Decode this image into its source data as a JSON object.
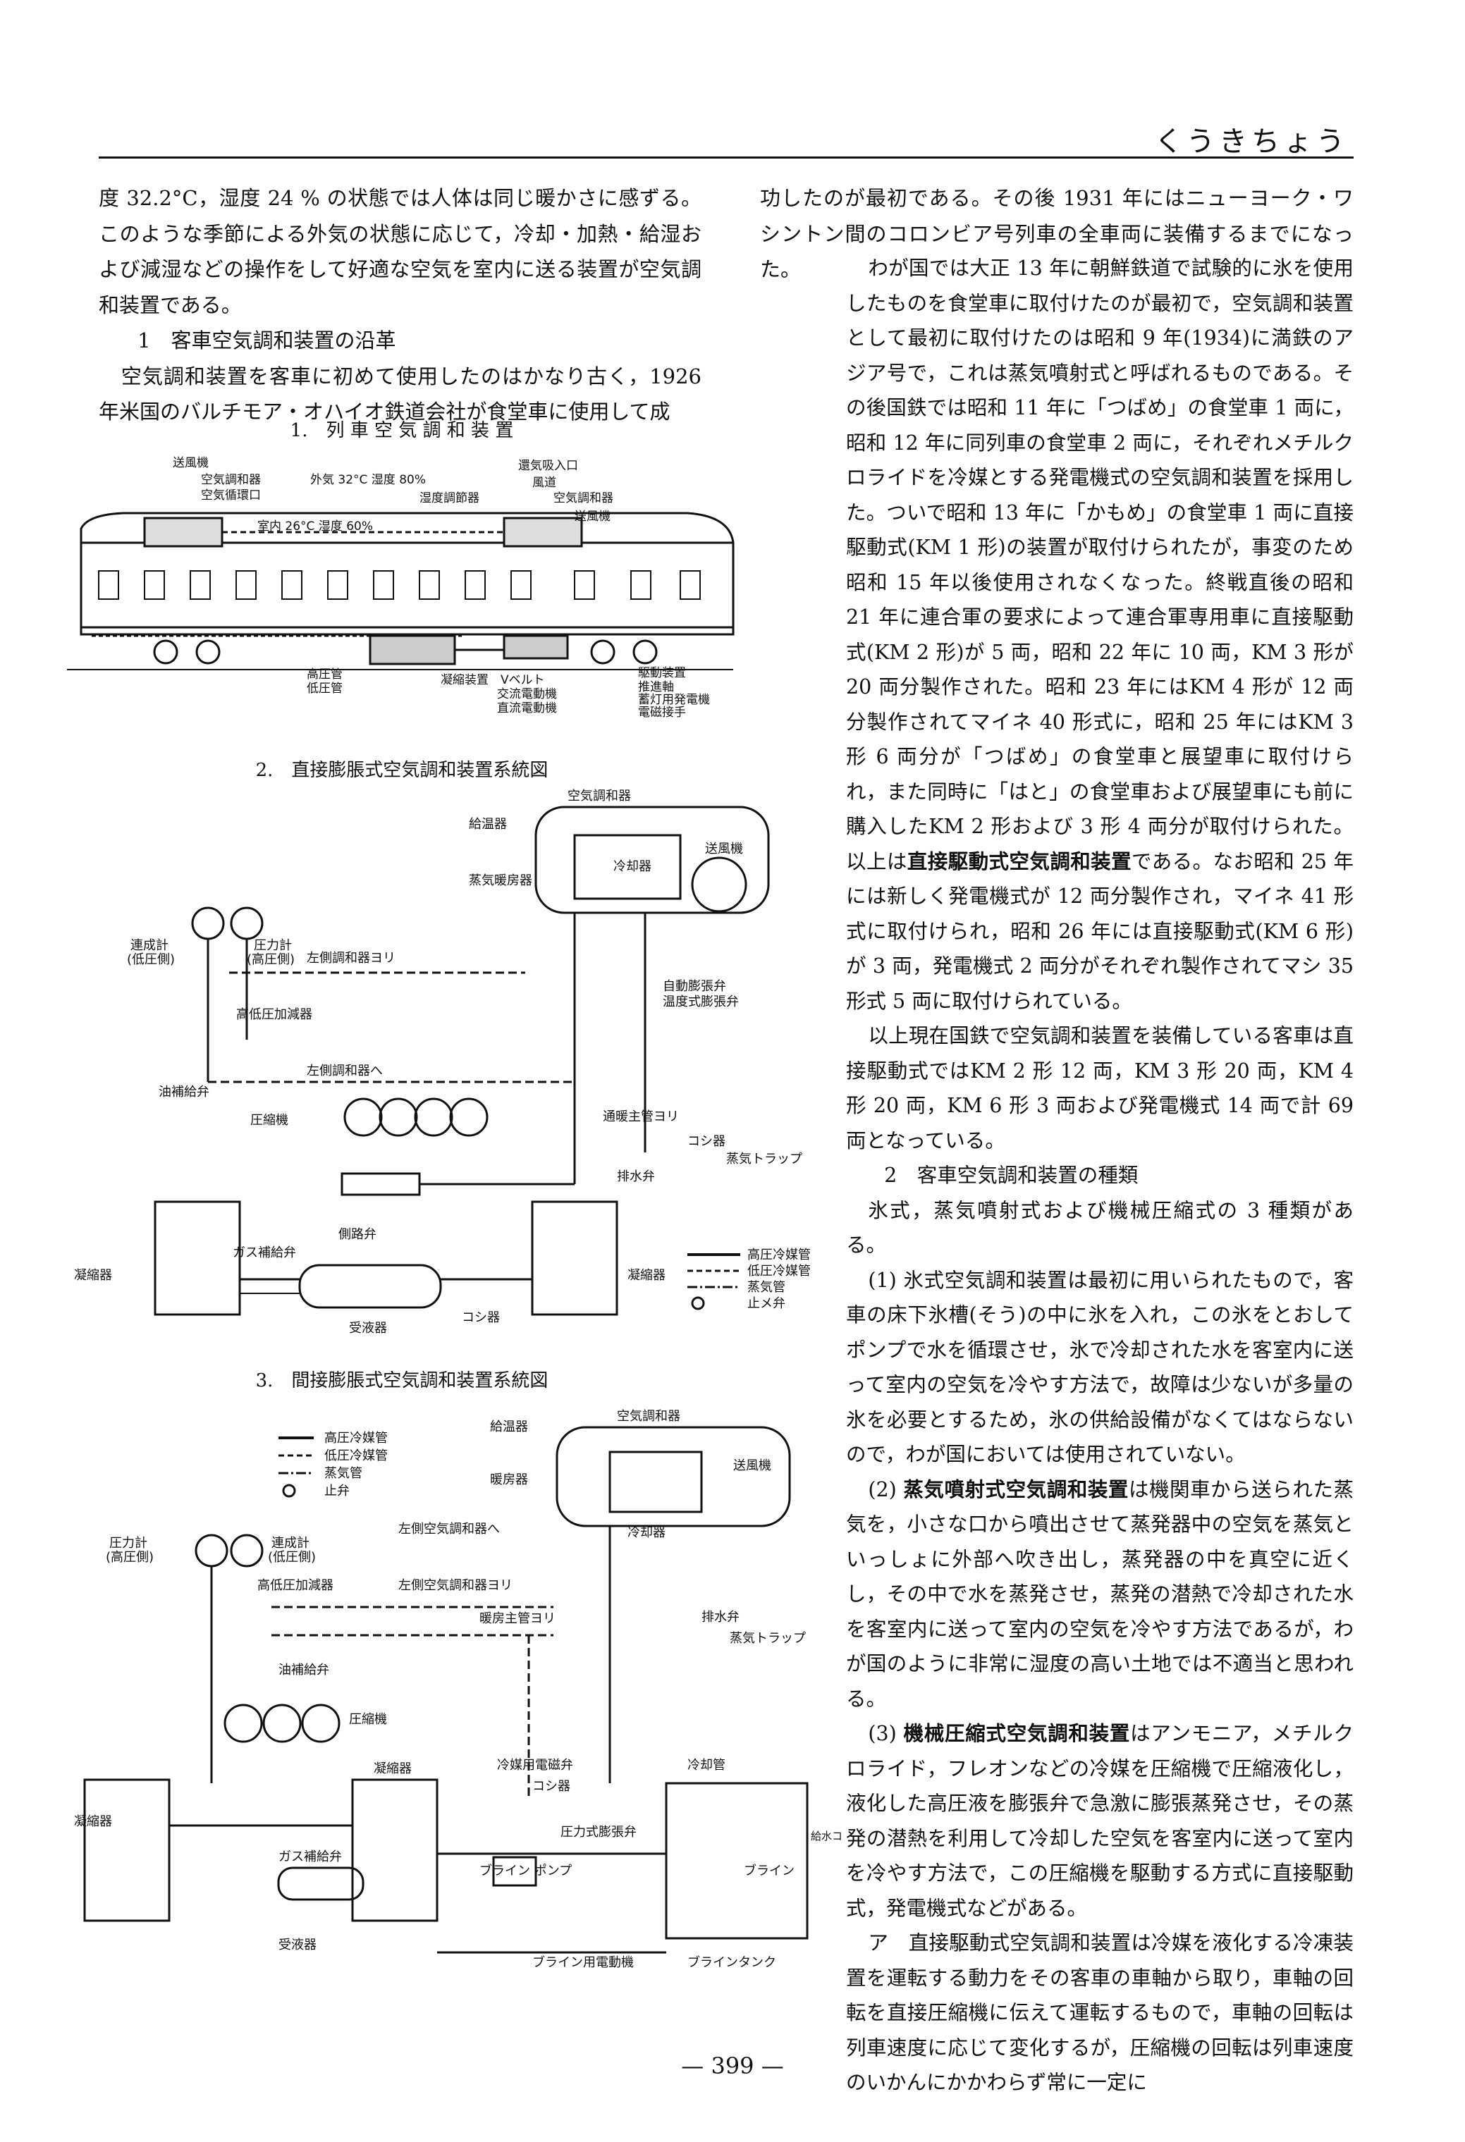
{
  "running_head": "くうきちょう",
  "left_text": {
    "p1": "度 32.2°C，湿度 24 % の状態では人体は同じ暖かさに感ずる。このような季節による外気の状態に応じて，冷却・加熱・給湿および減湿などの操作をして好適な空気を室内に送る装置が空気調和装置である。",
    "h1": "1　客車空気調和装置の沿革",
    "p2": "空気調和装置を客車に初めて使用したのはかなり古く，1926年米国のバルチモア・オハイオ鉄道会社が食堂車に使用して成"
  },
  "right_text": {
    "p1": "功したのが最初である。その後 1931 年にはニューヨーク・ワシントン間のコロンビア号列車の全車両に装備するまでになった。",
    "p2": "わが国では大正 13 年に朝鮮鉄道で試験的に氷を使用したものを食堂車に取付けたのが最初で，空気調和装置として最初に取付けたのは昭和 9 年(1934)に満鉄のアジア号で，これは蒸気噴射式と呼ばれるものである。その後国鉄では昭和 11 年に「つばめ」の食堂車 1 両に，昭和 12 年に同列車の食堂車 2 両に，それぞれメチルクロライドを冷媒とする発電機式の空気調和装置を採用した。ついで昭和 13 年に「かもめ」の食堂車 1 両に直接駆動式(KM 1 形)の装置が取付けられたが，事変のため昭和 15 年以後使用されなくなった。終戦直後の昭和 21 年に連合軍の要求によって連合軍専用車に直接駆動式(KM 2 形)が 5 両，昭和 22 年に 10 両，KM 3 形が 20 両分製作された。昭和 23 年にはKM 4 形が 12 両分製作されてマイネ 40 形式に，昭和 25 年にはKM 3 形 6 両分が「つばめ」の食堂車と展望車に取付けられ，また同時に「はと」の食堂車および展望車にも前に購入したKM 2 形および 3 形 4 両分が取付けられた。以上は",
    "p2_bold": "直接駆動式空気調和装置",
    "p2_tail": "である。なお昭和 25 年には新しく発電機式が 12 両分製作され，マイネ 41 形式に取付けられ，昭和 26 年には直接駆動式(KM 6 形)が 3 両，発電機式 2 両分がそれぞれ製作されてマシ 35 形式 5 両に取付けられている。",
    "p3": "以上現在国鉄で空気調和装置を装備している客車は直接駆動式ではKM 2 形 12 両，KM 3 形 20 両，KM 4 形 20 両，KM 6 形 3 両および発電機式 14 両で計 69 両となっている。",
    "h2": "2　客車空気調和装置の種類",
    "p4": "氷式，蒸気噴射式および機械圧縮式の 3 種類がある。",
    "i1_num": "(1)",
    "i1": "氷式空気調和装置は最初に用いられたもので，客車の床下氷槽(そう)の中に氷を入れ，この氷をとおしてポンプで水を循環させ，氷で冷却された水を客室内に送って室内の空気を冷やす方法で，故障は少ないが多量の氷を必要とするため，氷の供給設備がなくてはならないので，わが国においては使用されていない。",
    "i2_num": "(2)",
    "i2_bold": "蒸気噴射式空気調和装置",
    "i2": "は機関車から送られた蒸気を，小さな口から噴出させて蒸発器中の空気を蒸気といっしょに外部へ吹き出し，蒸発器の中を真空に近くし，その中で水を蒸発させ，蒸発の潜熱で冷却された水を客室内に送って室内の空気を冷やす方法であるが，わが国のように非常に湿度の高い土地では不適当と思われる。",
    "i3_num": "(3)",
    "i3_bold": "機械圧縮式空気調和装置",
    "i3": "はアンモニア，メチルクロライド，フレオンなどの冷媒を圧縮機で圧縮液化し，液化した高圧液を膨張弁で急激に膨張蒸発させ，その蒸発の潜熱を利用して冷却した空気を客室内に送って室内を冷やす方法で，この圧縮機を駆動する方式に直接駆動式，発電機式などがある。",
    "ia_num": "ア",
    "ia": "直接駆動式空気調和装置は冷媒を液化する冷凍装置を運転する動力をその客車の車軸から取り，車軸の回転を直接圧縮機に伝えて運転するもので，車軸の回転は列車速度に応じて変化するが，圧縮機の回転は列車速度のいかんにかかわらず常に一定に"
  },
  "fig1": {
    "caption": "1.　列 車 空 気 調 和 装 置",
    "labels": {
      "fan": "送風機",
      "ahu": "空気調和器",
      "filter": "空気循環口",
      "outside": "外気 32°C 湿度 80%",
      "inside": "室内 26°C 湿度 60%",
      "intake": "還気吸入口",
      "duct": "風道",
      "humid": "湿度調節器",
      "ahu2": "空気調和器",
      "fan2": "送風機",
      "hp": "高圧管",
      "lp": "低圧管",
      "cond": "凝縮装置",
      "vbelt": "Vベルト",
      "acmotor": "交流電動機",
      "dcmotor": "直流電動機",
      "drive": "駆動装置",
      "shaft": "推進軸",
      "gen": "蓄灯用発電機",
      "clutch": "電磁接手"
    }
  },
  "fig2": {
    "caption": "2.　直接膨脹式空気調和装置系統図",
    "labels": {
      "ahu": "空気調和器",
      "heater": "給温器",
      "cooler": "冷却器",
      "fan": "送風機",
      "steamheater": "蒸気暖房器",
      "g1": "連成計",
      "g1sub": "(低圧側)",
      "g2": "圧力計",
      "g2sub": "(高圧側)",
      "to_left": "左側調和器ヨリ",
      "expvalve": "自動膨張弁",
      "tempvalve": "温度式膨張弁",
      "hlp": "高低圧加減器",
      "to_left2": "左側調和器へ",
      "oil": "油補給弁",
      "strainer": "コシ器",
      "comp": "圧縮機",
      "steammain": "通暖主管ヨリ",
      "drain": "排水弁",
      "trap": "蒸気トラップ",
      "bypass": "側路弁",
      "gas": "ガス補給弁",
      "cond_l": "凝縮器",
      "cond_r": "凝縮器",
      "recv": "受液器",
      "strainer2": "コシ器",
      "lg_hp": "高圧冷媒管",
      "lg_lp": "低圧冷媒管",
      "lg_steam": "蒸気管",
      "lg_valve": "止メ弁"
    }
  },
  "fig3": {
    "caption": "3.　間接膨脹式空気調和装置系統図",
    "labels": {
      "lg_hp": "高圧冷媒管",
      "lg_lp": "低圧冷媒管",
      "lg_steam": "蒸気管",
      "lg_valve": "止弁",
      "heater": "給温器",
      "ahu": "空気調和器",
      "warm": "暖房器",
      "fan": "送風機",
      "g1": "圧力計",
      "g1sub": "(高圧側)",
      "g2": "連成計",
      "g2sub": "(低圧側)",
      "to_left": "左側空気調和器へ",
      "from_left": "左側空気調和器ヨリ",
      "cooler": "冷却器",
      "hlp": "高低圧加減器",
      "steammain": "暖房主管ヨリ",
      "drain": "排水弁",
      "trap": "蒸気トラップ",
      "oil": "油補給弁",
      "comp": "圧縮機",
      "cond": "凝縮器",
      "solenoid": "冷媒用電磁弁",
      "strainer": "コシ器",
      "cooler2": "冷却管",
      "cond_l": "凝縮器",
      "expvalve": "圧力式膨張弁",
      "brinepump": "ブライン ポンプ",
      "brine": "ブライン",
      "gas": "ガス補給弁",
      "supply": "給水コック",
      "recv": "受液器",
      "brinemotor": "ブライン用電動機",
      "brinetank": "ブラインタンク"
    }
  },
  "page_number": "— 399 —"
}
